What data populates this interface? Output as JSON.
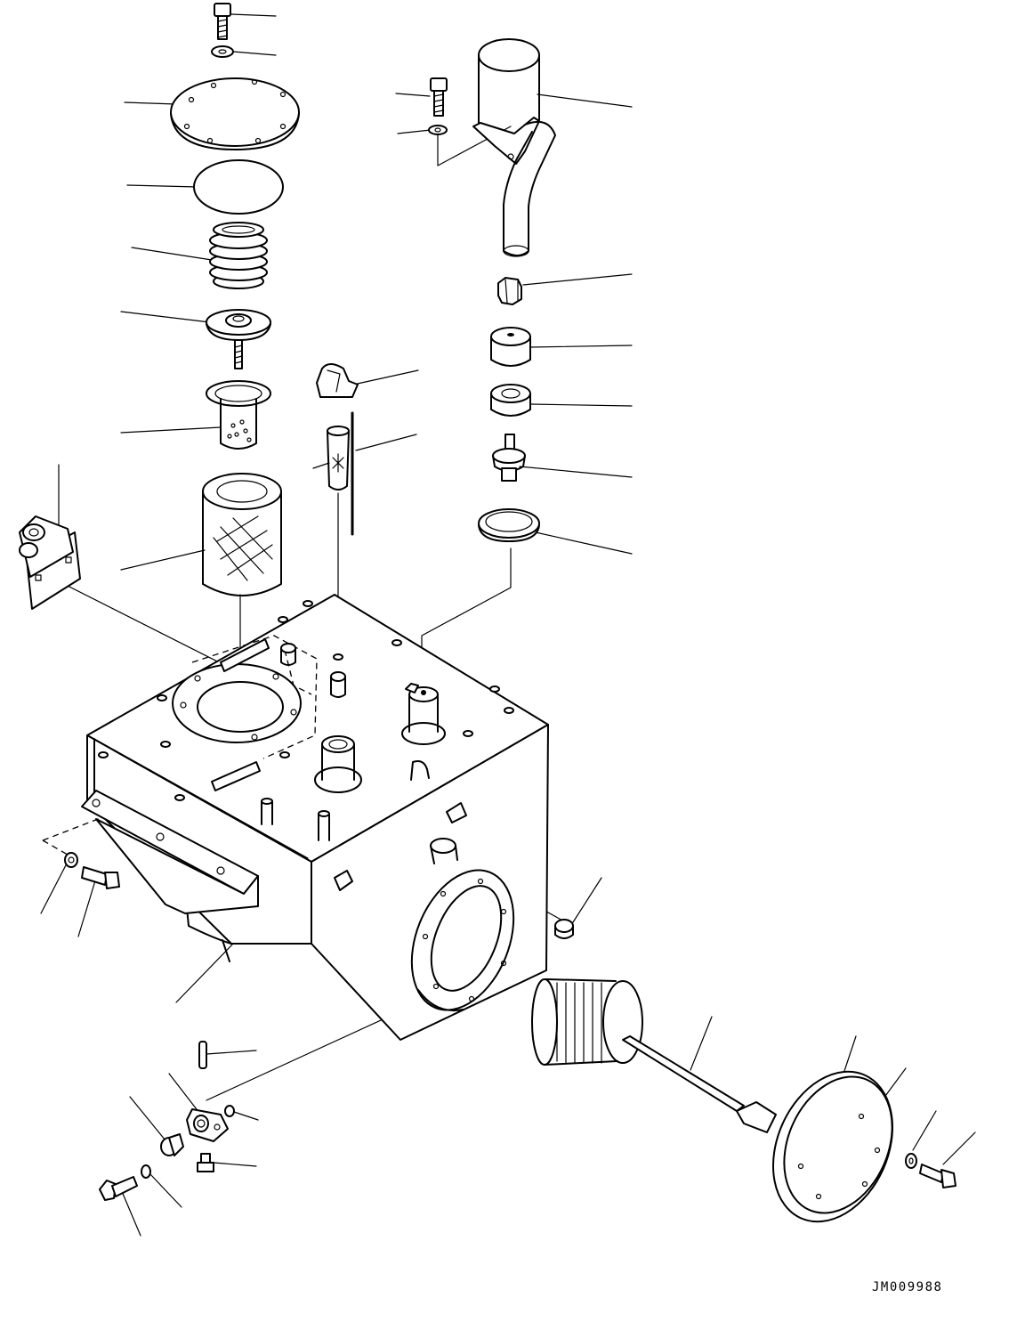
{
  "drawing": {
    "code": "JM009988",
    "type": "exploded-parts-view",
    "subject": "hydraulic-tank-assembly",
    "line_color": "#000000",
    "background": "#ffffff"
  }
}
